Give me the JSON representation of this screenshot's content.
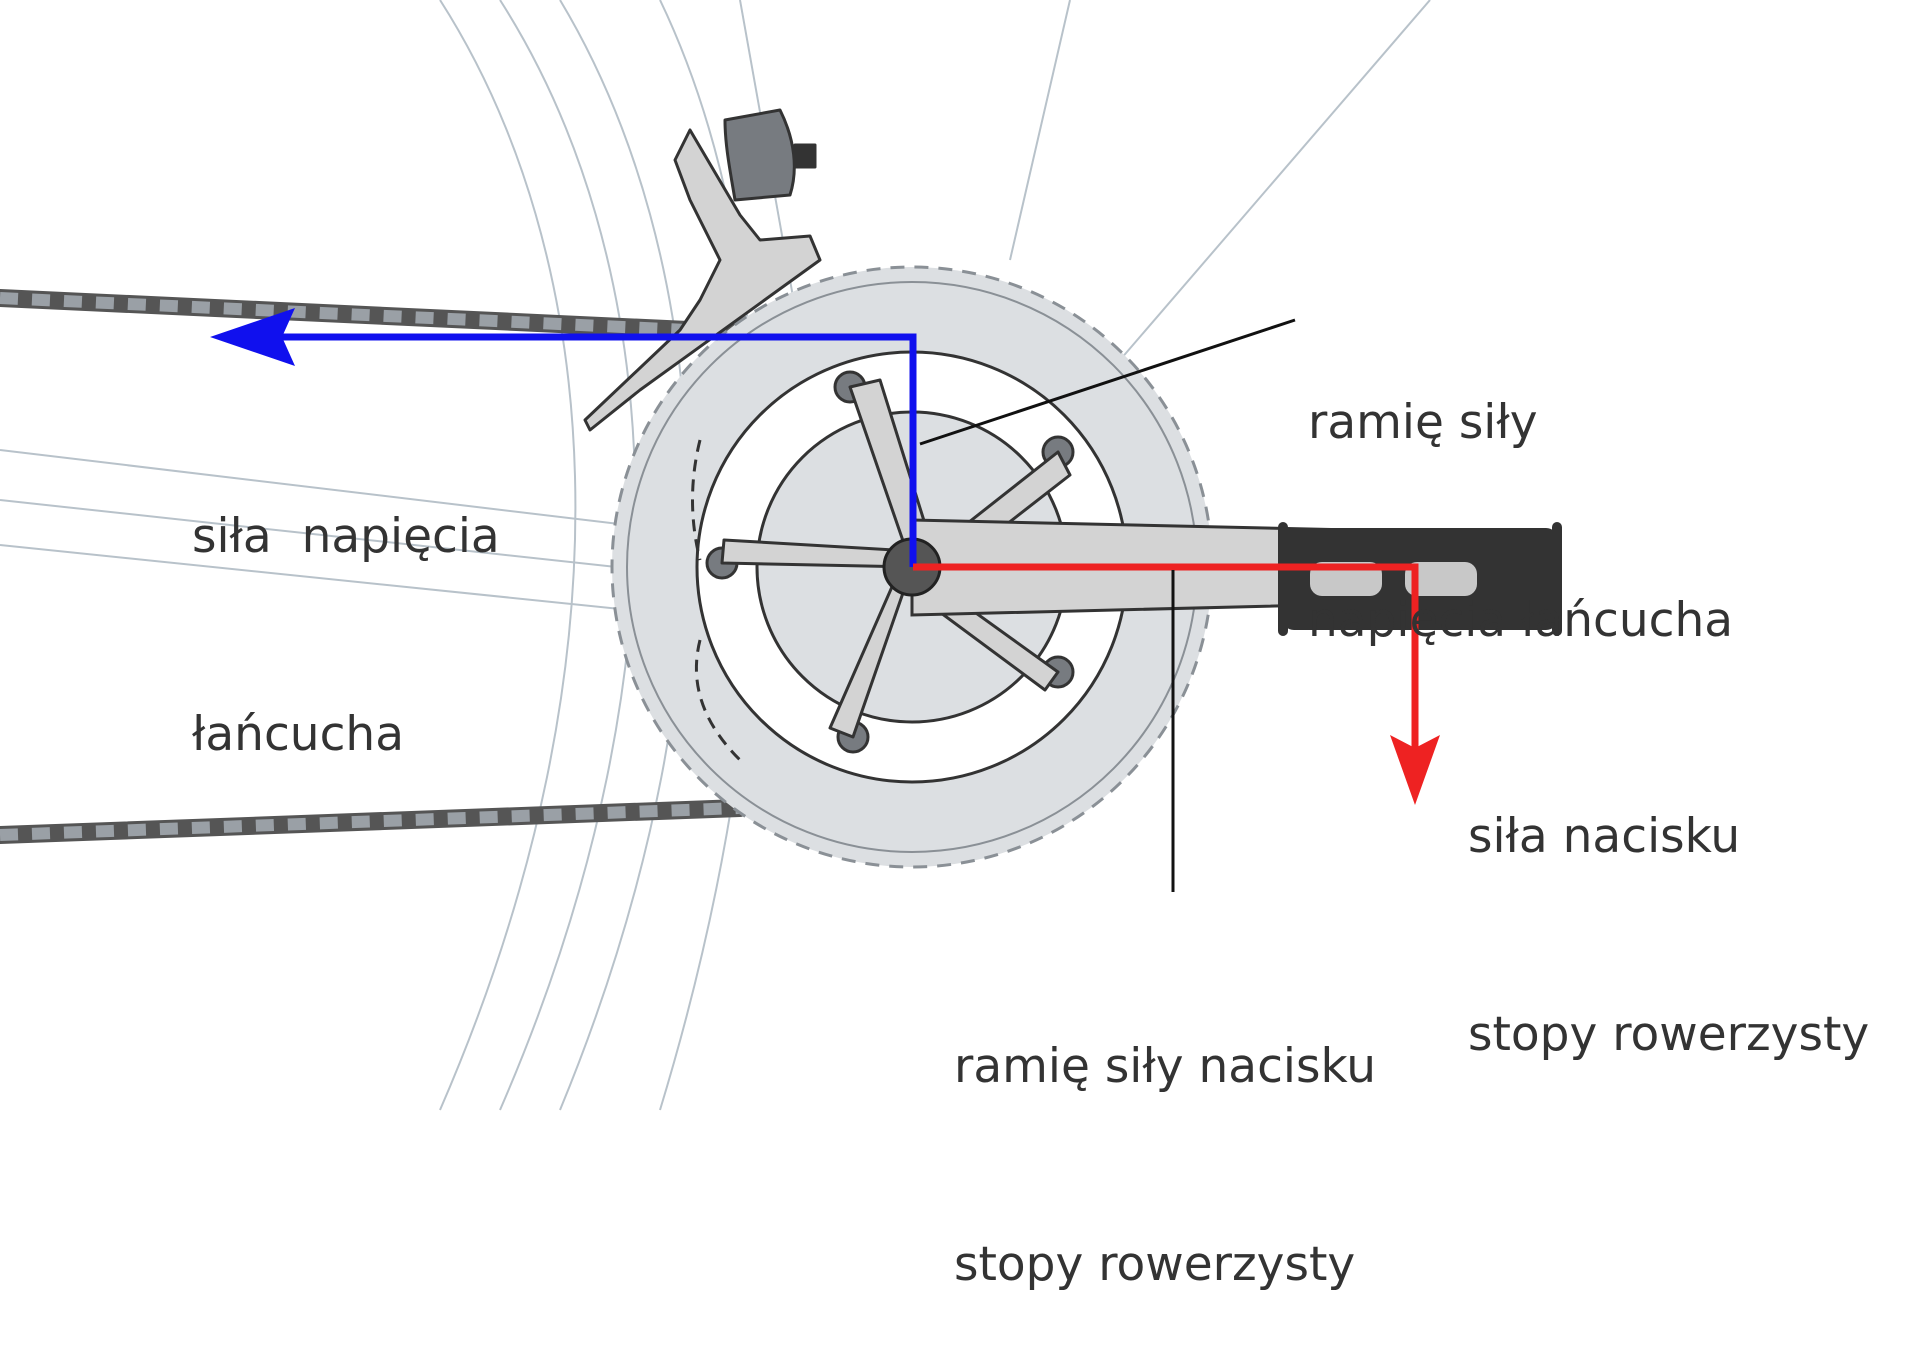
{
  "labels": {
    "chain_force": {
      "line1": "siła  napięcia",
      "line2": "łańcucha"
    },
    "chain_arm": {
      "line1": "ramię siły",
      "line2": "napięcia łańcucha"
    },
    "foot_force": {
      "line1": "siła nacisku",
      "line2": "stopy rowerzysty"
    },
    "foot_arm": {
      "line1": "ramię siły nacisku",
      "line2": "stopy rowerzysty"
    }
  },
  "colors": {
    "chain_force_arrow": "#1010ee",
    "foot_force_arrow": "#ee2222",
    "chainring": "#dcdfe2",
    "crank": "#d3d3d3",
    "pedal": "#333333",
    "derailleur_clamp": "#777b80",
    "frame_lines": "#b8c2ca"
  }
}
